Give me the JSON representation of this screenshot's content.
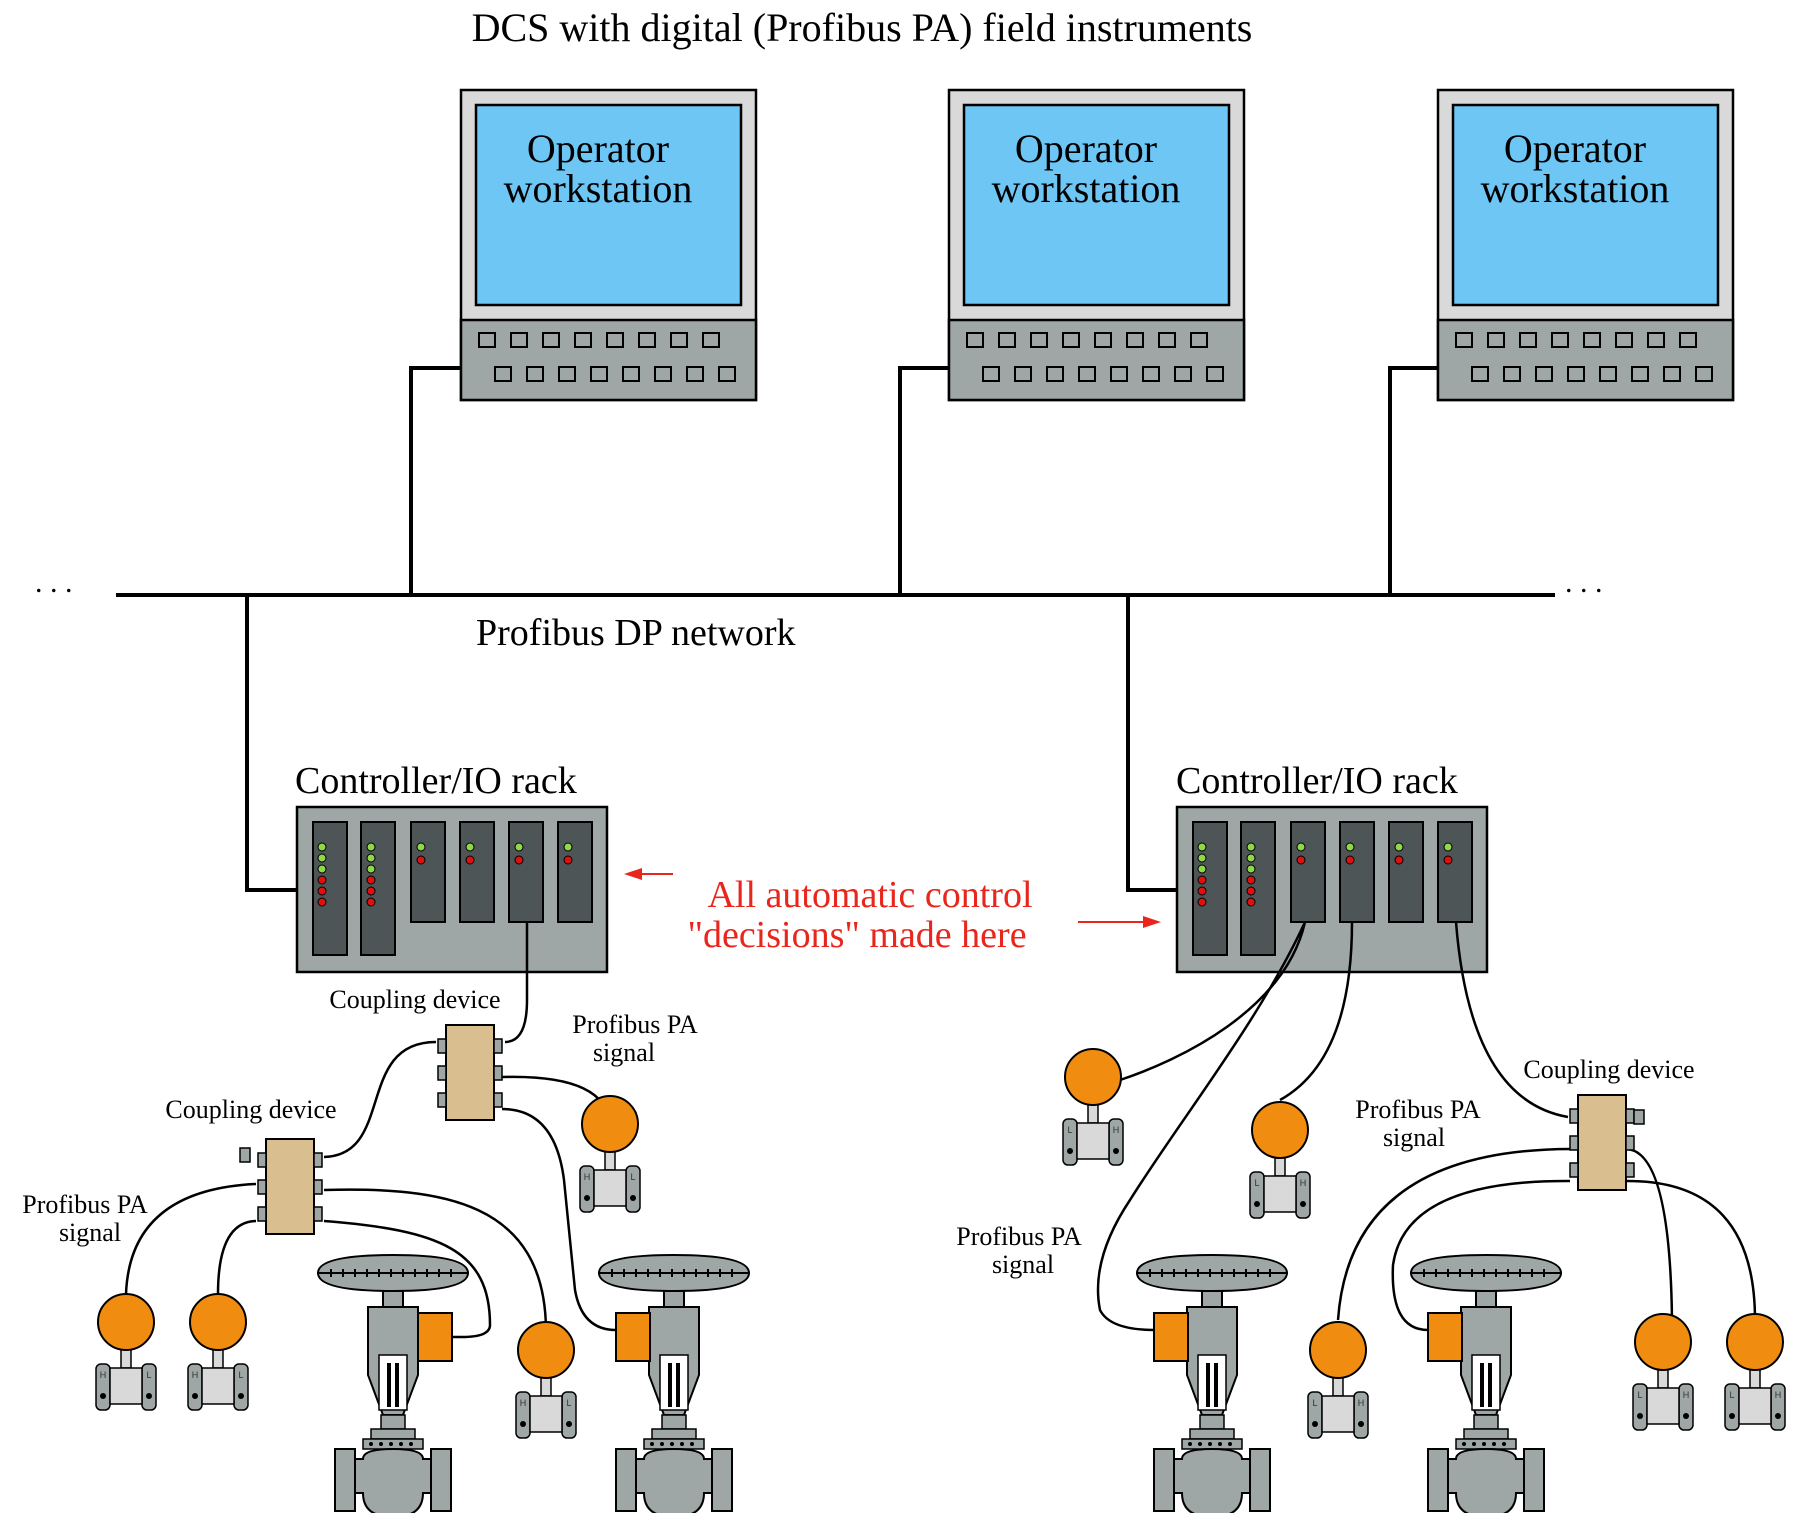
{
  "title": "DCS with digital (Profibus PA) field instruments",
  "workstations": [
    {
      "line1": "Operator",
      "line2": "workstation"
    },
    {
      "line1": "Operator",
      "line2": "workstation"
    },
    {
      "line1": "Operator",
      "line2": "workstation"
    }
  ],
  "network": {
    "label": "Profibus DP network",
    "left_ellipsis": ". . .",
    "right_ellipsis": ". . ."
  },
  "racks": [
    {
      "label": "Controller/IO rack"
    },
    {
      "label": "Controller/IO rack"
    }
  ],
  "annotation": {
    "line1": "All automatic control",
    "line2": "\"decisions\" made here"
  },
  "left_field": {
    "coupling_top": "Coupling device",
    "coupling_bottom": "Coupling device",
    "signal_right": {
      "line1": "Profibus PA",
      "line2": "signal"
    },
    "signal_left": {
      "line1": "Profibus PA",
      "line2": "signal"
    }
  },
  "right_field": {
    "coupling": "Coupling device",
    "signal_mid": {
      "line1": "Profibus PA",
      "line2": "signal"
    },
    "signal_left": {
      "line1": "Profibus PA",
      "line2": "signal"
    }
  },
  "transmitter_ports": {
    "h": "H",
    "l": "L"
  },
  "colors": {
    "screen": "#6ec6f5",
    "chassis": "#9ea6a6",
    "card": "#4d5556",
    "coupler": "#d9bf90",
    "transmitter_head": "#f08c10",
    "led_green": "#8fd84a",
    "led_red": "#e01010",
    "annotation": "#e8261c"
  }
}
